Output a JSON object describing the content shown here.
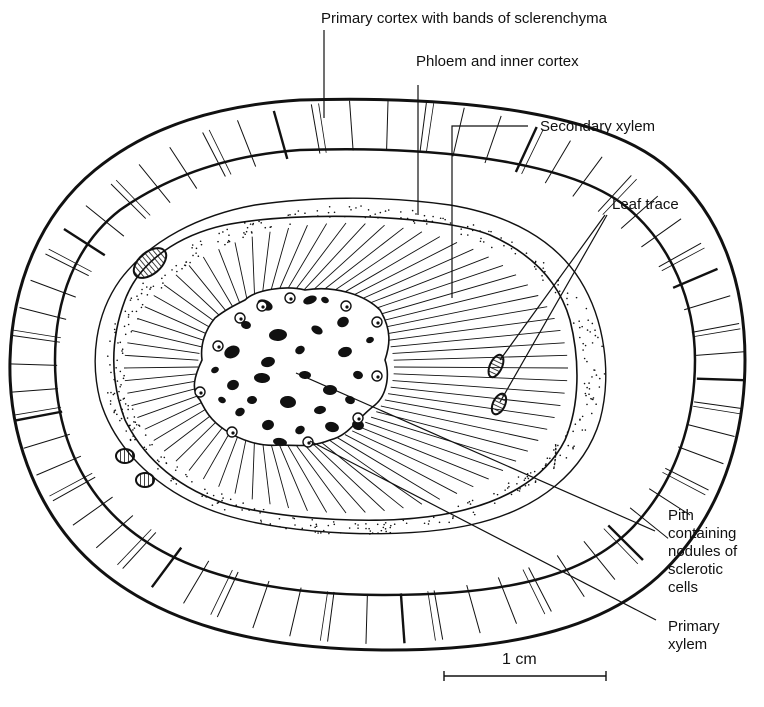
{
  "labels": {
    "primary_cortex": "Primary cortex with bands of sclerenchyma",
    "phloem": "Phloem and inner cortex",
    "secondary_xylem": "Secondary xylem",
    "leaf_trace": "Leaf trace",
    "pith": [
      "Pith",
      "containing",
      "nodules of",
      "sclerotic",
      "cells"
    ],
    "primary_xylem": [
      "Primary",
      "xylem"
    ]
  },
  "scale_bar": {
    "label": "1 cm"
  },
  "colors": {
    "ink": "#111111",
    "paper": "#ffffff"
  }
}
